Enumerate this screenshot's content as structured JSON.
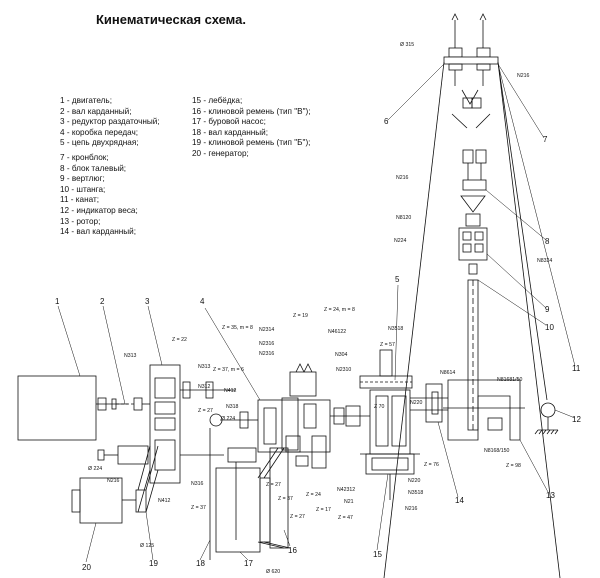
{
  "title": "Кинематическая схема.",
  "legend_left_a": [
    "1 - двигатель;",
    "2 - вал карданный;",
    "3 - редуктор раздаточный;",
    "4 - коробка передач;",
    "5 - цепь двухрядная;"
  ],
  "legend_left_b": [
    "7 - кронблок;",
    "8 - блок талевый;",
    "9 - вертлюг;",
    "10 - штанга;",
    "11 - канат;",
    "12 - индикатор веса;",
    "13 - ротор;",
    "14 - вал карданный;"
  ],
  "legend_right": [
    "15 - лебёдка;",
    "16 - клиновой ремень (тип \"В\");",
    "17 - буровой насос;",
    "18 - вал карданный;",
    "19 - клиновой ремень (тип \"Б\");",
    "20 - генератор;"
  ],
  "callouts": {
    "c1": "1",
    "c2": "2",
    "c3": "3",
    "c4": "4",
    "c5": "5",
    "c6": "6",
    "c7": "7",
    "c8": "8",
    "c9": "9",
    "c10": "10",
    "c11": "11",
    "c12": "12",
    "c13": "13",
    "c14": "14",
    "c15": "15",
    "c16": "16",
    "c17": "17",
    "c18": "18",
    "c19": "19",
    "c20": "20"
  },
  "specs": {
    "d315": "Ø 315",
    "n216a": "N216",
    "n216b": "N216",
    "n8120": "N8120",
    "n224": "N224",
    "n324": "N8324",
    "n3518": "N3518",
    "n2314": "N2314",
    "n2316": "N2316",
    "n2316b": "N2316",
    "n46122": "N46122",
    "n304": "N304",
    "n2310": "N2310",
    "z19": "Z = 19",
    "z24m8": "Z = 24, m = 8",
    "z35m8": "Z = 35, m = 8",
    "z37m6": "Z = 37, m = 6",
    "z57": "Z = 57",
    "z22": "Z = 22",
    "z27a": "Z = 27",
    "n313": "N313",
    "n313b": "N313",
    "n312": "N312",
    "n412": "N412",
    "n318": "N318",
    "n316": "N316",
    "d224a": "Ø 224",
    "d224b": "Ø 224",
    "n216c": "N216",
    "n412b": "N412",
    "z37b": "Z = 37",
    "d125": "Ø 125",
    "z27b": "Z = 27",
    "z37c": "Z = 37",
    "z27c": "Z = 27",
    "z24": "Z = 24",
    "z17": "Z = 17",
    "z47": "Z = 47",
    "n21": "N21",
    "n42312": "N42312",
    "n8614": "N8614",
    "n81681": "N81681/50",
    "n220": "N220",
    "n220b": "N220",
    "n3518b": "N3518",
    "n216d": "N216",
    "z76": "Z = 76",
    "n8168": "N8168/150",
    "z98": "Z = 98",
    "d620": "Ø 620",
    "z70": "Z 70"
  }
}
